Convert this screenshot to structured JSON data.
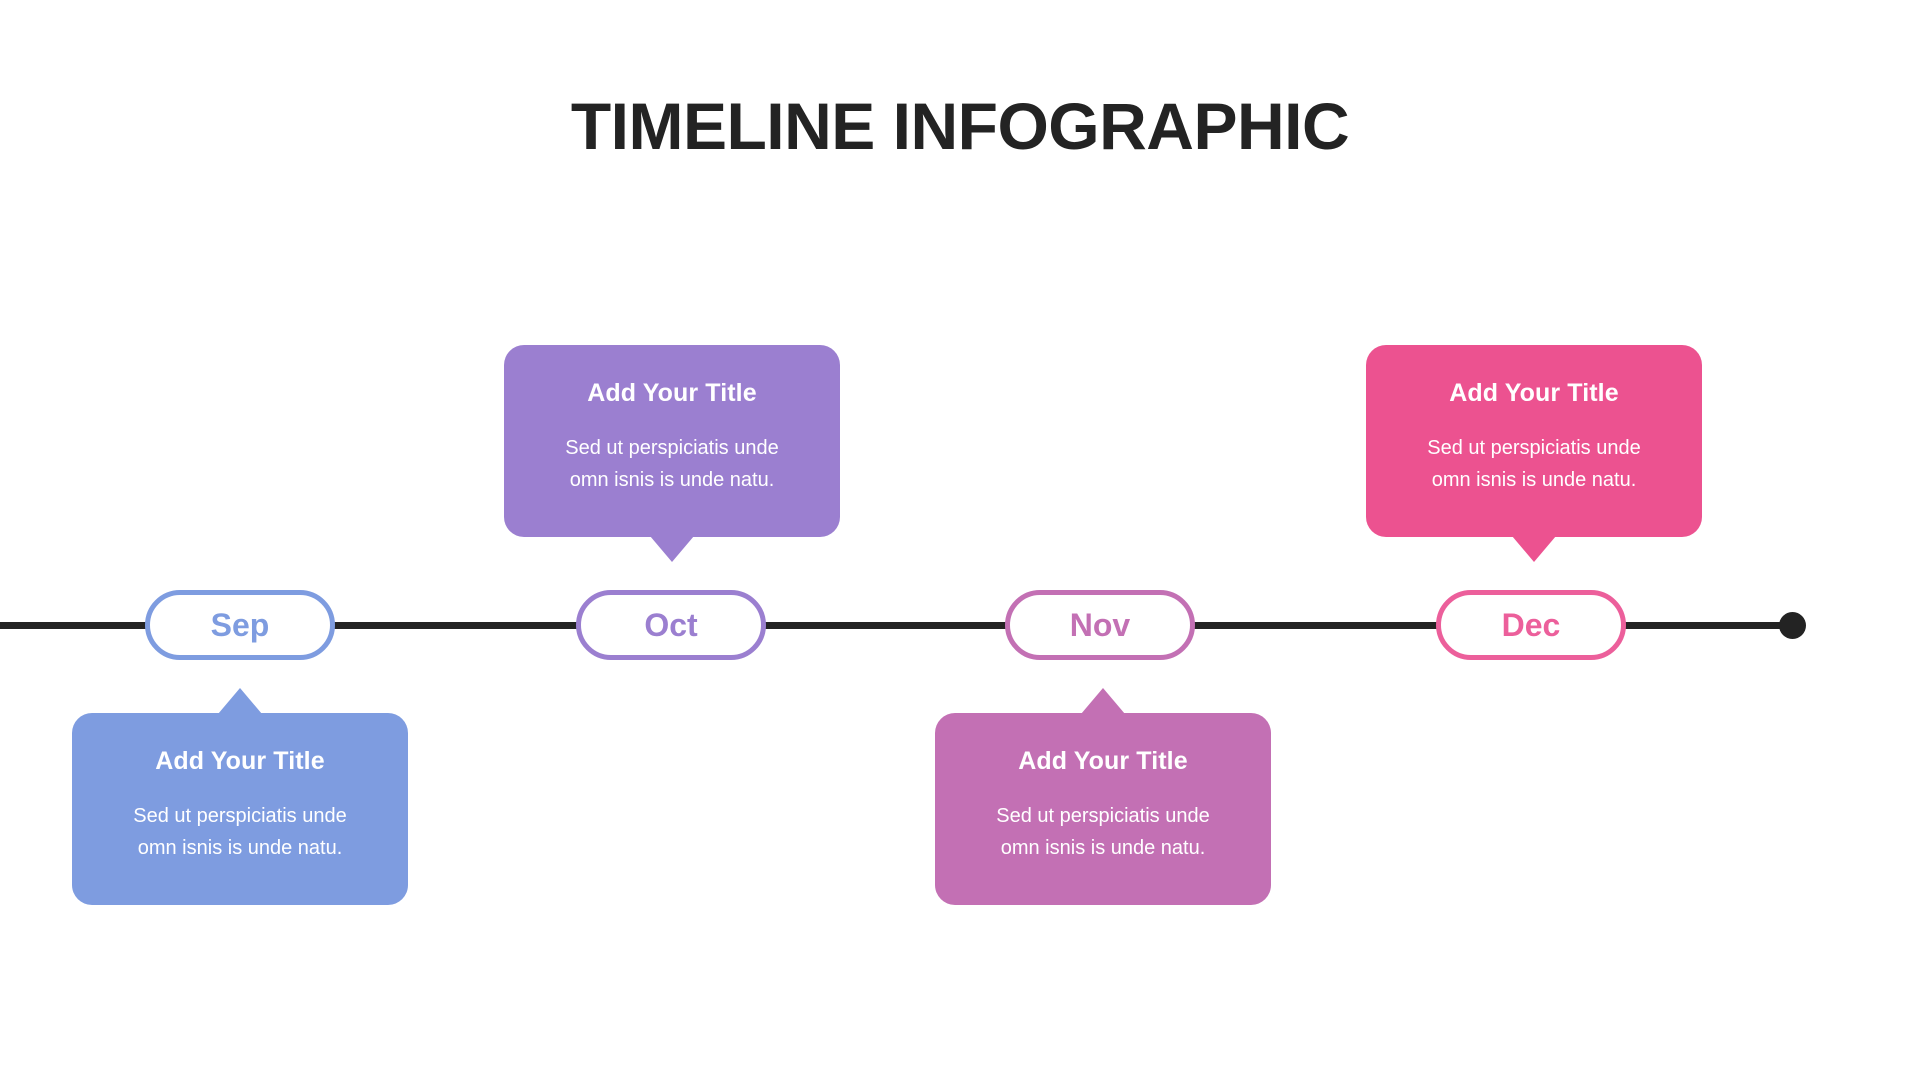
{
  "page": {
    "title": "TIMELINE INFOGRAPHIC",
    "background_color": "#ffffff",
    "title_color": "#232323"
  },
  "timeline": {
    "axis_color": "#232323",
    "end_marker": "end-dot"
  },
  "milestones": [
    {
      "id": "sep",
      "month_label": "Sep",
      "accent_color": "#7e9ce0",
      "card_position": "below",
      "card": {
        "title": "Add Your Title",
        "body_line1": "Sed ut perspiciatis unde",
        "body_line2": "omn isnis is unde natu."
      }
    },
    {
      "id": "oct",
      "month_label": "Oct",
      "accent_color": "#9b7fd0",
      "card_position": "above",
      "card": {
        "title": "Add Your Title",
        "body_line1": "Sed ut perspiciatis unde",
        "body_line2": "omn isnis is unde natu."
      }
    },
    {
      "id": "nov",
      "month_label": "Nov",
      "accent_color": "#c370b4",
      "card_position": "below",
      "card": {
        "title": "Add Your Title",
        "body_line1": "Sed ut perspiciatis unde",
        "body_line2": "omn isnis is unde natu."
      }
    },
    {
      "id": "dec",
      "month_label": "Dec",
      "accent_color": "#ec5290",
      "card_position": "above",
      "card": {
        "title": "Add Your Title",
        "body_line1": "Sed ut perspiciatis unde",
        "body_line2": "omn isnis is unde natu."
      }
    }
  ]
}
